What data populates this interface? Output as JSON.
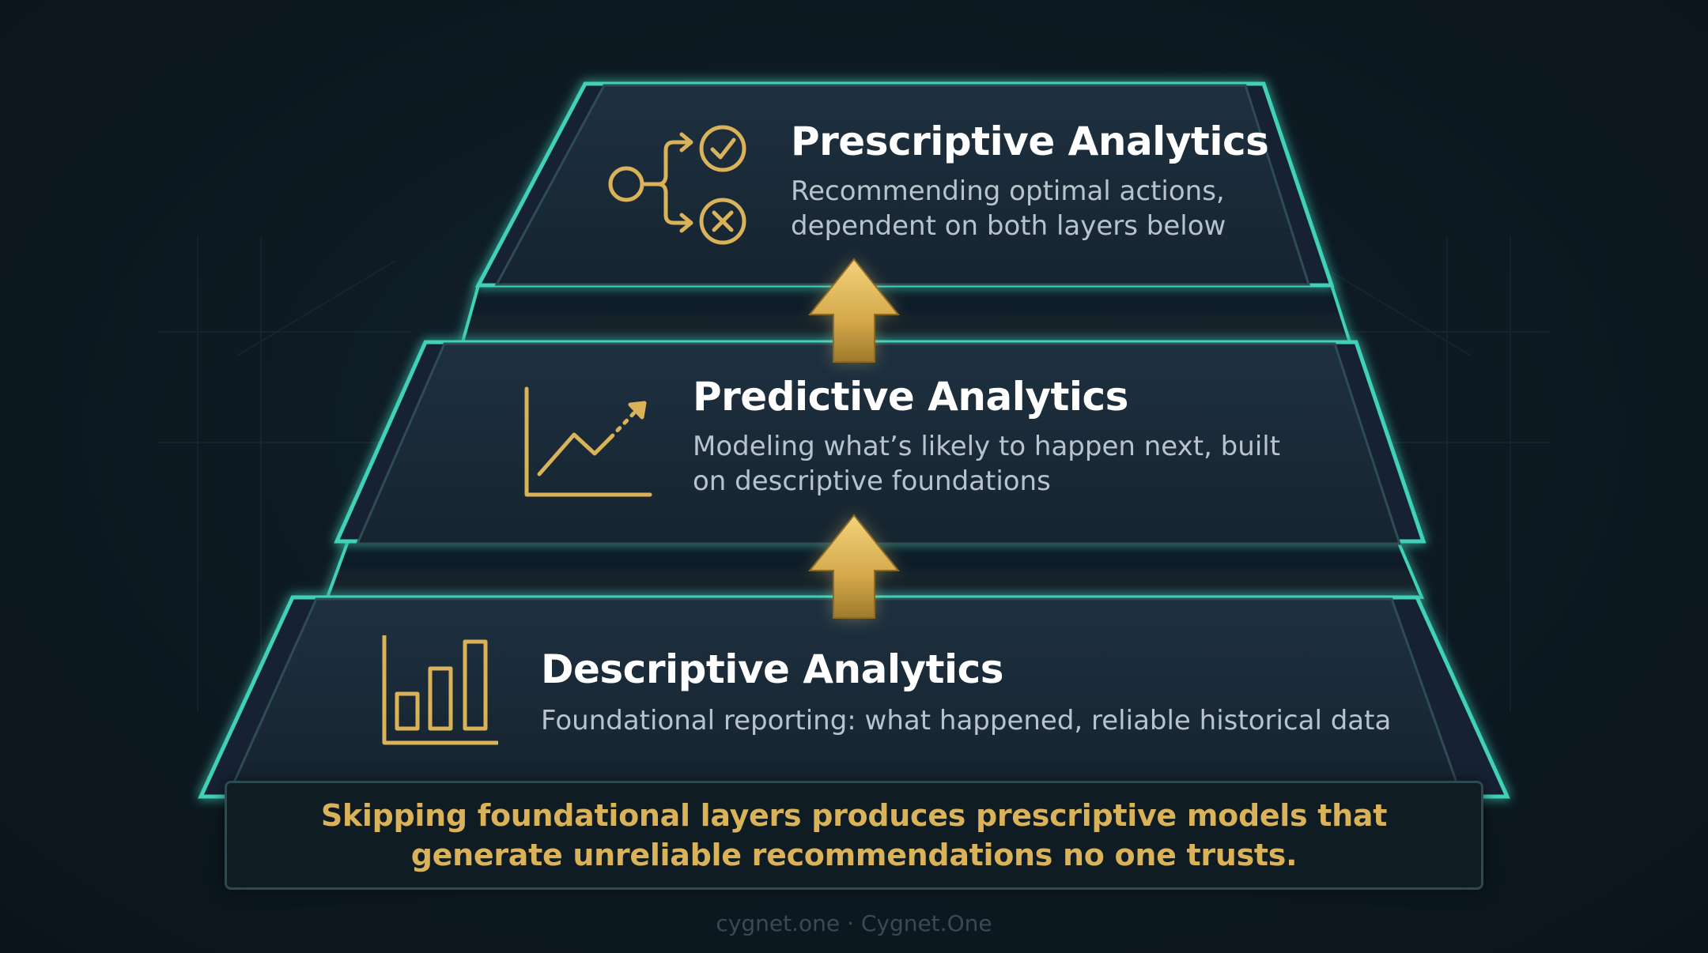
{
  "layers": {
    "prescriptive": {
      "title": "Prescriptive Analytics",
      "description": "Recommending optimal actions,\ndependent on both layers below",
      "icon": "decision-branch-icon"
    },
    "predictive": {
      "title": "Predictive Analytics",
      "description": "Modeling what’s likely to happen next, built\non descriptive foundations",
      "icon": "trend-chart-icon"
    },
    "descriptive": {
      "title": "Descriptive Analytics",
      "description": "Foundational reporting: what happened, reliable historical data",
      "icon": "bar-chart-icon"
    }
  },
  "warning": "Skipping foundational layers produces prescriptive models that\ngenerate unreliable recommendations no one trusts.",
  "footer": "cygnet.one · Cygnet.One",
  "colors": {
    "background": "#0d1820",
    "layer_fill": "#1a2a38",
    "glow": "#3fd1b8",
    "gold": "#d9b25a",
    "title": "#ffffff",
    "description": "#b9c3cc"
  }
}
